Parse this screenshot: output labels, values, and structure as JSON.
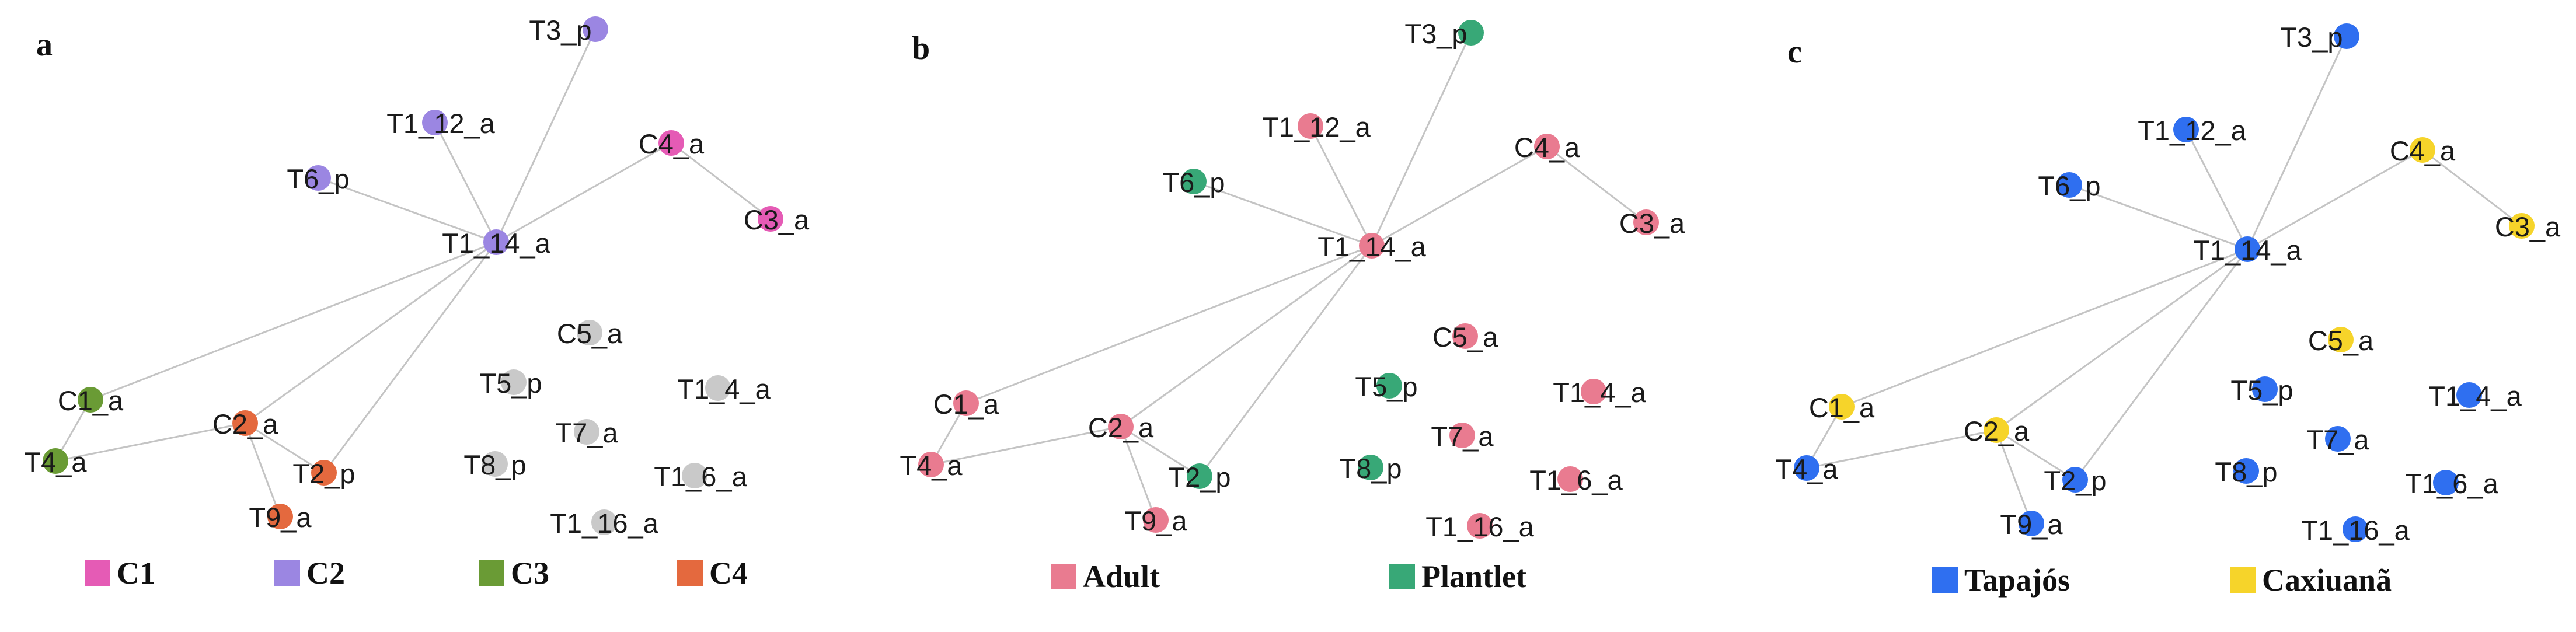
{
  "panels": [
    {
      "letter": "a",
      "legend": [
        {
          "key": "C1",
          "label": "C1",
          "color": "#e55bb5"
        },
        {
          "key": "C2",
          "label": "C2",
          "color": "#9b86e2"
        },
        {
          "key": "C3",
          "label": "C3",
          "color": "#6a9b35"
        },
        {
          "key": "C4",
          "label": "C4",
          "color": "#e4693e"
        }
      ],
      "unassigned_color": "#c9c9c9",
      "assign": {
        "T3_p": "C2",
        "T1_12_a": "C2",
        "T6_p": "C2",
        "T1_14_a": "C2",
        "C4_a": "C1",
        "C3_a": "C1",
        "C1_a": "C3",
        "T4_a": "C3",
        "C2_a": "C4",
        "T2_p": "C4",
        "T9_a": "C4"
      }
    },
    {
      "letter": "b",
      "legend": [
        {
          "key": "Adult",
          "label": "Adult",
          "color": "#e97b90"
        },
        {
          "key": "Plantlet",
          "label": "Plantlet",
          "color": "#38a877"
        }
      ],
      "unassigned_color": "#c9c9c9",
      "assign": {
        "T3_p": "Plantlet",
        "T6_p": "Plantlet",
        "T2_p": "Plantlet",
        "T5_p": "Plantlet",
        "T8_p": "Plantlet",
        "T1_12_a": "Adult",
        "T1_14_a": "Adult",
        "C4_a": "Adult",
        "C3_a": "Adult",
        "C5_a": "Adult",
        "T1_4_a": "Adult",
        "T7_a": "Adult",
        "T1_6_a": "Adult",
        "T1_16_a": "Adult",
        "C1_a": "Adult",
        "T4_a": "Adult",
        "C2_a": "Adult",
        "T9_a": "Adult"
      }
    },
    {
      "letter": "c",
      "legend": [
        {
          "key": "Tapajos",
          "label": "Tapajós",
          "color": "#2f6ff0"
        },
        {
          "key": "Caxiuana",
          "label": "Caxiuanã",
          "color": "#f6d42a"
        }
      ],
      "unassigned_color": "#c9c9c9",
      "assign": {
        "T3_p": "Tapajos",
        "T1_12_a": "Tapajos",
        "T6_p": "Tapajos",
        "T1_14_a": "Tapajos",
        "T5_p": "Tapajos",
        "T8_p": "Tapajos",
        "T7_a": "Tapajos",
        "T1_4_a": "Tapajos",
        "T1_6_a": "Tapajos",
        "T1_16_a": "Tapajos",
        "T4_a": "Tapajos",
        "T2_p": "Tapajos",
        "T9_a": "Tapajos",
        "C4_a": "Caxiuana",
        "C3_a": "Caxiuana",
        "C5_a": "Caxiuana",
        "C1_a": "Caxiuana",
        "C2_a": "Caxiuana"
      }
    }
  ],
  "nodes": [
    {
      "id": "T3_p",
      "label": "T3_p"
    },
    {
      "id": "T1_12_a",
      "label": "T1_12_a"
    },
    {
      "id": "T6_p",
      "label": "T6_p"
    },
    {
      "id": "C4_a",
      "label": "C4_a"
    },
    {
      "id": "C3_a",
      "label": "C3_a"
    },
    {
      "id": "T1_14_a",
      "label": "T1_14_a"
    },
    {
      "id": "C5_a",
      "label": "C5_a"
    },
    {
      "id": "T5_p",
      "label": "T5_p"
    },
    {
      "id": "T1_4_a",
      "label": "T1_4_a"
    },
    {
      "id": "T7_a",
      "label": "T7_a"
    },
    {
      "id": "T8_p",
      "label": "T8_p"
    },
    {
      "id": "T1_6_a",
      "label": "T1_6_a"
    },
    {
      "id": "T1_16_a",
      "label": "T1_16_a"
    },
    {
      "id": "C1_a",
      "label": "C1_a"
    },
    {
      "id": "T4_a",
      "label": "T4_a"
    },
    {
      "id": "C2_a",
      "label": "C2_a"
    },
    {
      "id": "T2_p",
      "label": "T2_p"
    },
    {
      "id": "T9_a",
      "label": "T9_a"
    }
  ],
  "edges": [
    [
      "T1_14_a",
      "T3_p"
    ],
    [
      "T1_14_a",
      "T1_12_a"
    ],
    [
      "T1_14_a",
      "T6_p"
    ],
    [
      "T1_14_a",
      "C4_a"
    ],
    [
      "C4_a",
      "C3_a"
    ],
    [
      "T1_14_a",
      "C1_a"
    ],
    [
      "T1_14_a",
      "C2_a"
    ],
    [
      "T1_14_a",
      "T2_p"
    ],
    [
      "C1_a",
      "T4_a"
    ],
    [
      "T4_a",
      "C2_a"
    ],
    [
      "C2_a",
      "T2_p"
    ],
    [
      "C2_a",
      "T9_a"
    ]
  ]
}
